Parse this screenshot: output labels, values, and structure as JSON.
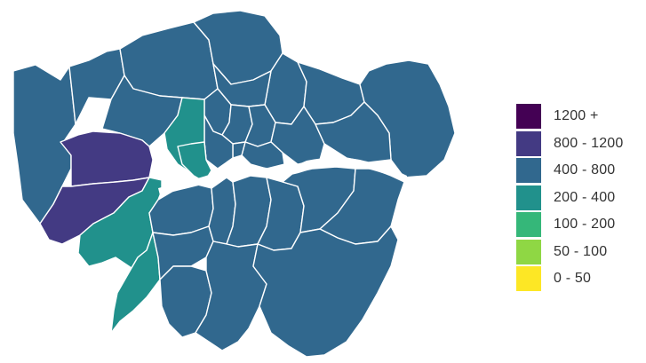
{
  "palette": {
    "c1200": "#440154",
    "c800": "#433A83",
    "c400": "#31688E",
    "c200": "#21918C",
    "c100": "#35B779",
    "c50": "#8FD744",
    "c0": "#FDE725",
    "border": "#FFFFFF",
    "river": "#FFFFFF"
  },
  "legend": {
    "items": [
      {
        "label": "1200 +",
        "color": "#440154"
      },
      {
        "label": "800 - 1200",
        "color": "#433A83"
      },
      {
        "label": "400 - 800",
        "color": "#31688E"
      },
      {
        "label": "200 - 400",
        "color": "#21918C"
      },
      {
        "label": "100 - 200",
        "color": "#35B779"
      },
      {
        "label": "50 - 100",
        "color": "#8FD744"
      },
      {
        "label": "0 - 50",
        "color": "#FDE725"
      }
    ]
  },
  "map_data": {
    "type": "choropleth",
    "area_classes": [
      {
        "name": "hillingdon",
        "class": "400 - 800"
      },
      {
        "name": "harrow",
        "class": "400 - 800"
      },
      {
        "name": "barnet",
        "class": "400 - 800"
      },
      {
        "name": "enfield",
        "class": "400 - 800"
      },
      {
        "name": "waltham-forest",
        "class": "400 - 800"
      },
      {
        "name": "redbridge",
        "class": "400 - 800"
      },
      {
        "name": "havering",
        "class": "400 - 800"
      },
      {
        "name": "haringey",
        "class": "400 - 800"
      },
      {
        "name": "brent",
        "class": "400 - 800"
      },
      {
        "name": "ealing",
        "class": "800 - 1200"
      },
      {
        "name": "hounslow",
        "class": "800 - 1200"
      },
      {
        "name": "camden",
        "class": "400 - 800"
      },
      {
        "name": "islington",
        "class": "400 - 800"
      },
      {
        "name": "hackney",
        "class": "400 - 800"
      },
      {
        "name": "newham",
        "class": "400 - 800"
      },
      {
        "name": "barking-dagenham",
        "class": "400 - 800"
      },
      {
        "name": "tower-hamlets",
        "class": "400 - 800"
      },
      {
        "name": "city-of-london",
        "class": "400 - 800"
      },
      {
        "name": "westminster",
        "class": "400 - 800"
      },
      {
        "name": "hammersmith-fulham",
        "class": "200 - 400"
      },
      {
        "name": "kensington-chelsea",
        "class": "200 - 400"
      },
      {
        "name": "richmond",
        "class": "200 - 400"
      },
      {
        "name": "kingston",
        "class": "200 - 400"
      },
      {
        "name": "wandsworth",
        "class": "400 - 800"
      },
      {
        "name": "lambeth",
        "class": "400 - 800"
      },
      {
        "name": "southwark",
        "class": "400 - 800"
      },
      {
        "name": "lewisham",
        "class": "400 - 800"
      },
      {
        "name": "greenwich",
        "class": "400 - 800"
      },
      {
        "name": "bexley",
        "class": "400 - 800"
      },
      {
        "name": "merton",
        "class": "400 - 800"
      },
      {
        "name": "sutton",
        "class": "400 - 800"
      },
      {
        "name": "croydon",
        "class": "400 - 800"
      },
      {
        "name": "bromley",
        "class": "400 - 800"
      }
    ]
  }
}
